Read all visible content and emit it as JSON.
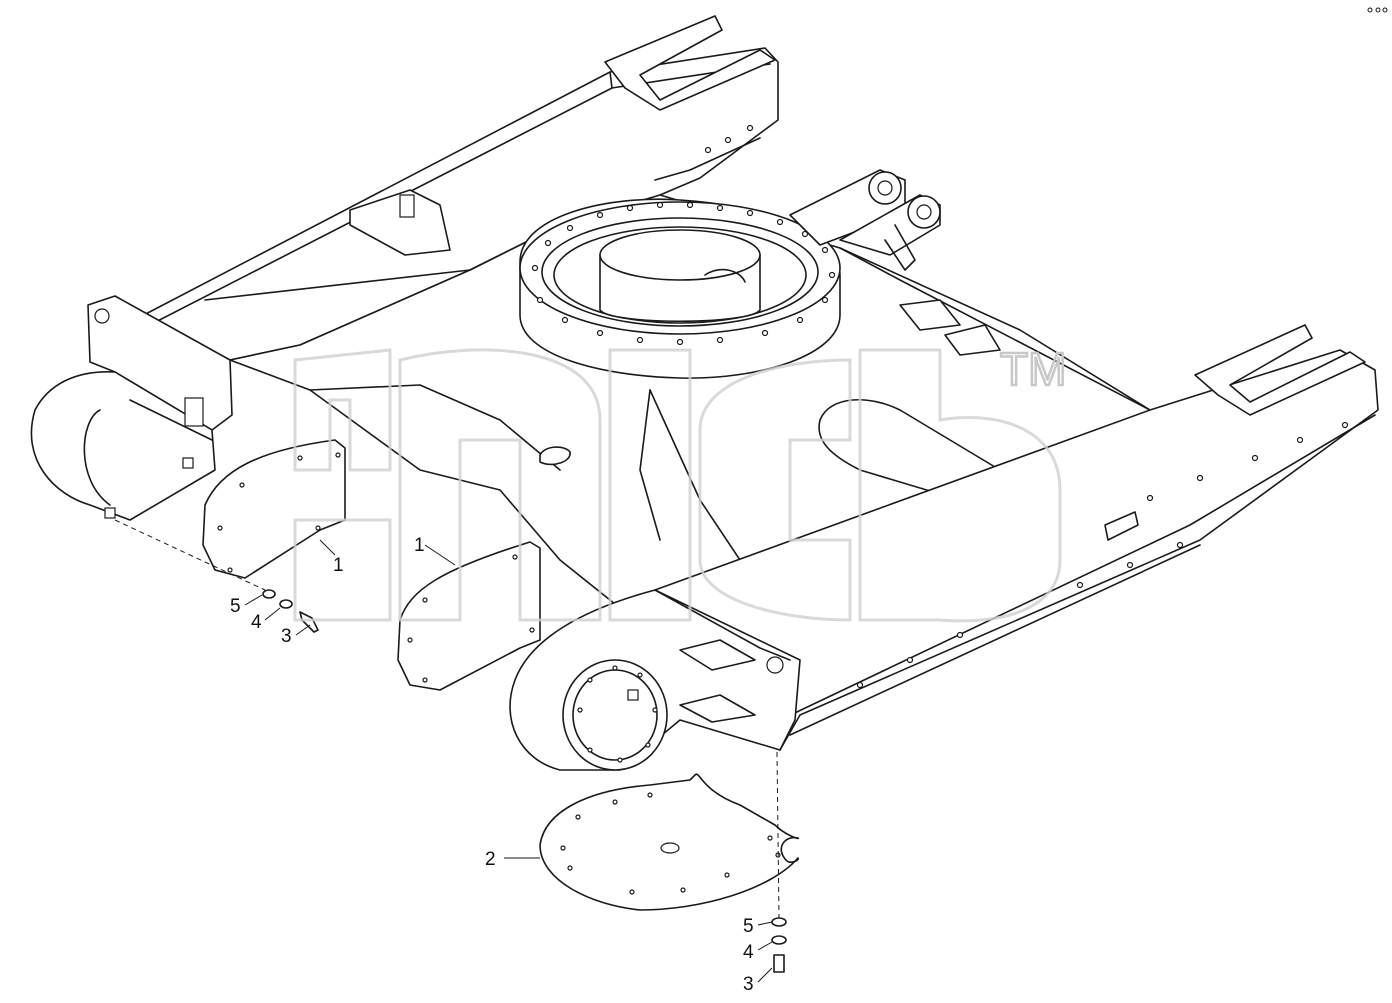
{
  "callouts": [
    {
      "id": "c1a",
      "label": "1"
    },
    {
      "id": "c1b",
      "label": "1"
    },
    {
      "id": "c2",
      "label": "2"
    },
    {
      "id": "c5a",
      "label": "5"
    },
    {
      "id": "c4a",
      "label": "4"
    },
    {
      "id": "c3a",
      "label": "3"
    },
    {
      "id": "c5b",
      "label": "5"
    },
    {
      "id": "c4b",
      "label": "4"
    },
    {
      "id": "c3b",
      "label": "3"
    }
  ],
  "watermark": {
    "trademark": "TM"
  },
  "colors": {
    "line": "#1a1a1a",
    "watermark": "#cfcfcf",
    "background": "#ffffff"
  }
}
